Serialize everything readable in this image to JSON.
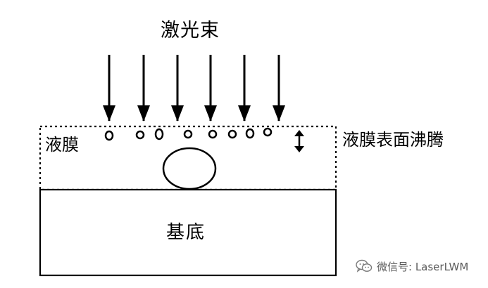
{
  "labels": {
    "laser_beam": "激光束",
    "liquid_film": "液膜",
    "surface_boiling": "液膜表面沸腾",
    "substrate": "基底"
  },
  "watermark": {
    "icon": "wechat-icon",
    "text": "微信号: LaserLWM"
  },
  "colors": {
    "ink": "#000000",
    "watermark_text": "#5b5b5b",
    "background": "#ffffff"
  }
}
